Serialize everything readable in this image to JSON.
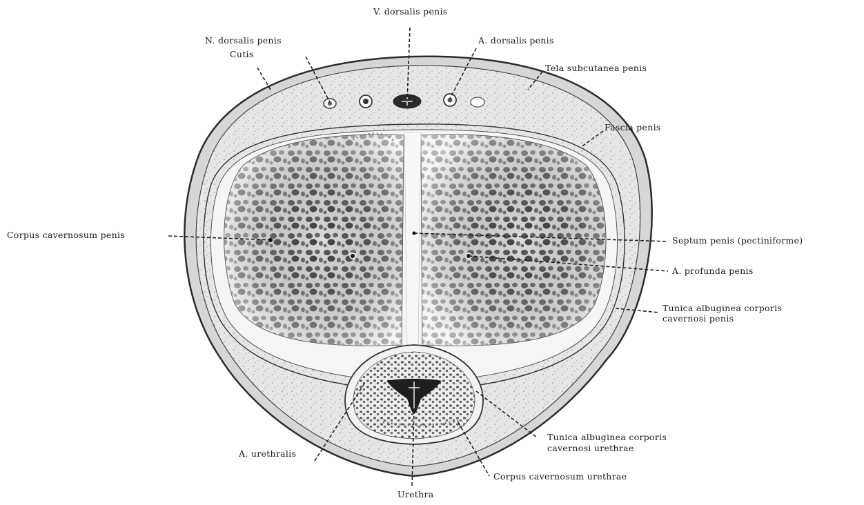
{
  "labels": {
    "v_dorsalis": "V. dorsalis penis",
    "n_dorsalis": "N. dorsalis penis",
    "cutis": "Cutis",
    "a_dorsalis": "A. dorsalis penis",
    "tela": "Tela subcutanea penis",
    "fascia": "Fascia penis",
    "corpus_cav_penis": "Corpus cavernosum penis",
    "septum": "Septum penis (pectiniforme)",
    "a_profunda": "A. profunda penis",
    "tunica_albug_penis_1": "Tunica albuginea corporis",
    "tunica_albug_penis_2": "cavernosi penis",
    "a_urethralis": "A. urethralis",
    "tunica_albug_urethrae_1": "Tunica albuginea corporis",
    "tunica_albug_urethrae_2": "cavernosi urethrae",
    "corpus_cav_urethrae": "Corpus cavernosum urethrae",
    "urethra": "Urethra"
  },
  "colors": {
    "skin": "#d9d9d9",
    "subcutis": "#ebebeb",
    "tissue": "#c8c8c8",
    "lacunae": "#4a4a4a",
    "outline": "#2b2b2b"
  }
}
